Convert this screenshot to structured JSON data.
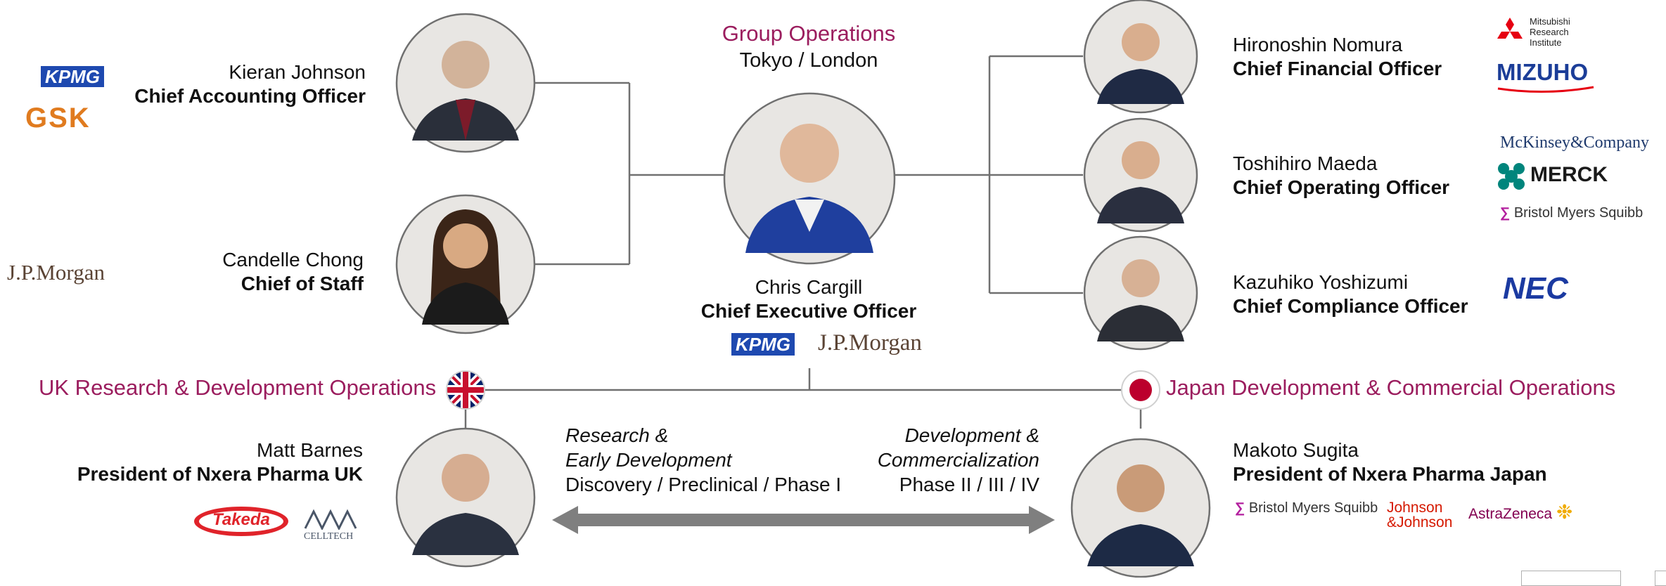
{
  "colors": {
    "accent": "#9b1d5e",
    "line": "#707070",
    "arrow": "#7f7f7f",
    "photo_bg": "#e8e6e3",
    "kpmg": "#1e49b0",
    "gsk": "#e07b1f",
    "jpmorgan": "#5a4334",
    "mitsubishi": "#e60012",
    "mizuho": "#1b3d98",
    "mckinsey": "#1f3a6d",
    "merck": "#00857c",
    "bms": "#b31f9e",
    "nec": "#1b3aa1",
    "takeda": "#e0232a",
    "celltech": "#4a5668",
    "jnj": "#d51900",
    "astrazeneca": "#830051"
  },
  "header": {
    "group_title": "Group Operations",
    "group_location": "Tokyo / London"
  },
  "ceo": {
    "name": "Chris Cargill",
    "title": "Chief Executive Officer",
    "photo_icon": "person-photo",
    "logos": [
      "KPMG",
      "J.P.Morgan"
    ]
  },
  "left_execs": [
    {
      "name": "Kieran Johnson",
      "title": "Chief Accounting Officer",
      "photo_icon": "person-photo",
      "logos": [
        "KPMG",
        "GSK"
      ]
    },
    {
      "name": "Candelle Chong",
      "title": "Chief of Staff",
      "photo_icon": "person-photo",
      "logos": [
        "J.P.Morgan"
      ]
    }
  ],
  "right_execs": [
    {
      "name": "Hironoshin Nomura",
      "title": "Chief Financial Officer",
      "photo_icon": "person-photo",
      "logos": [
        "Mitsubishi Research Institute",
        "MIZUHO"
      ]
    },
    {
      "name": "Toshihiro Maeda",
      "title": "Chief Operating Officer",
      "photo_icon": "person-photo",
      "logos": [
        "McKinsey&Company",
        "MERCK",
        "Bristol Myers Squibb"
      ]
    },
    {
      "name": "Kazuhiko Yoshizumi",
      "title": "Chief Compliance Officer",
      "photo_icon": "person-photo",
      "logos": [
        "NEC"
      ]
    }
  ],
  "uk": {
    "heading": "UK Research & Development Operations",
    "flag_icon": "uk-flag-icon",
    "president_name": "Matt Barnes",
    "president_title": "President of Nxera Pharma UK",
    "logos": [
      "Takeda",
      "CELLTECH"
    ],
    "phase_label_1": "Research &",
    "phase_label_2": "Early Development",
    "phase_detail": "Discovery / Preclinical / Phase I"
  },
  "japan": {
    "heading": "Japan Development & Commercial Operations",
    "flag_icon": "japan-flag-icon",
    "president_name": "Makoto Sugita",
    "president_title": "President of Nxera Pharma Japan",
    "logos": [
      "Bristol Myers Squibb",
      "Johnson",
      "&Johnson",
      "AstraZeneca"
    ],
    "phase_label_1": "Development &",
    "phase_label_2": "Commercialization",
    "phase_detail": "Phase II / III / IV"
  },
  "logo_text": {
    "mitsubishi_lines": [
      "Mitsubishi",
      "Research",
      "Institute"
    ]
  }
}
